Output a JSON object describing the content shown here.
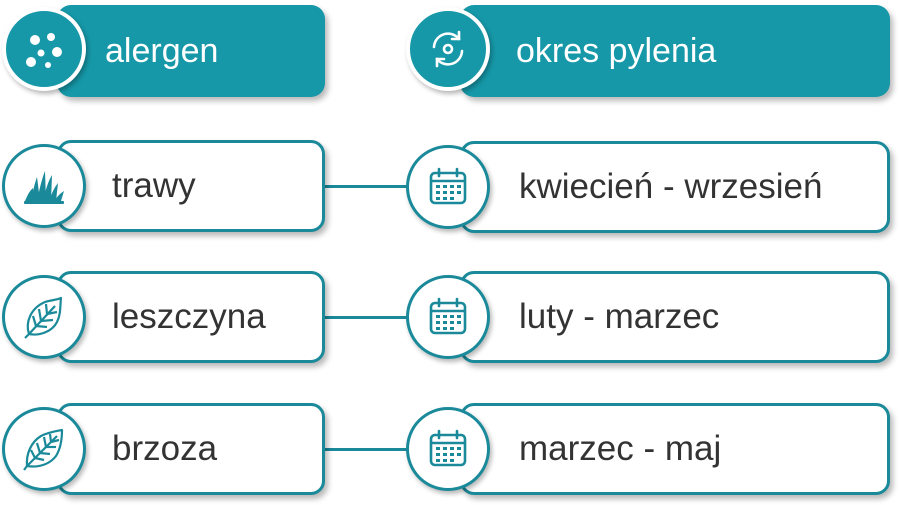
{
  "colors": {
    "accent": "#1698a8",
    "border": "#1a8a9a",
    "text": "#333333"
  },
  "headers": {
    "allergen": "alergen",
    "period": "okres pylenia"
  },
  "rows": [
    {
      "allergen": "trawy",
      "allergen_icon": "grass-icon",
      "period": "kwiecień - wrzesień",
      "period_icon": "calendar-icon"
    },
    {
      "allergen": "leszczyna",
      "allergen_icon": "hazel-leaf-icon",
      "period": "luty - marzec",
      "period_icon": "calendar-icon"
    },
    {
      "allergen": "brzoza",
      "allergen_icon": "birch-leaf-icon",
      "period": "marzec - maj",
      "period_icon": "calendar-icon"
    }
  ]
}
